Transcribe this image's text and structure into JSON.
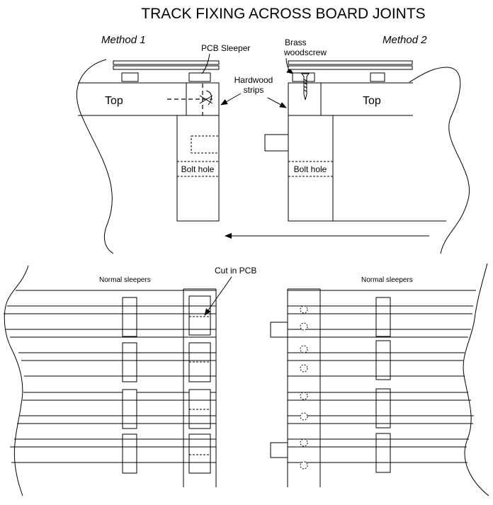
{
  "title": "TRACK FIXING ACROSS BOARD JOINTS",
  "method1": {
    "label": "Method 1",
    "pcb_sleeper": "PCB Sleeper",
    "top": "Top",
    "bolt_hole": "Bolt hole",
    "normal_sleepers": "Normal sleepers",
    "cut_in_pcb": "Cut in PCB"
  },
  "method2": {
    "label": "Method 2",
    "brass_line1": "Brass",
    "brass_line2": "woodscrew",
    "top": "Top",
    "bolt_hole": "Bolt hole",
    "normal_sleepers": "Normal sleepers"
  },
  "shared": {
    "hardwood_line1": "Hardwood",
    "hardwood_line2": "strips"
  }
}
